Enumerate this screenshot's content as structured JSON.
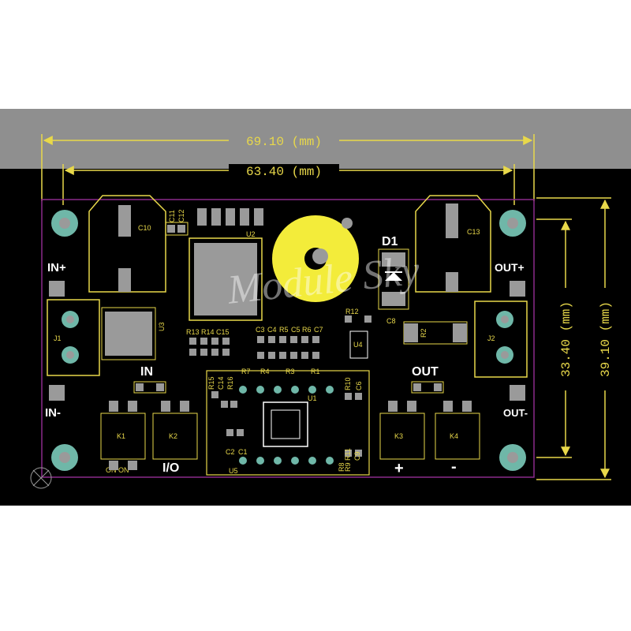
{
  "dimensions": {
    "width_outer": "69.10 (mm)",
    "width_inner": "63.40 (mm)",
    "height_inner": "33.40 (mm)",
    "height_outer": "39.10 (mm)"
  },
  "watermark": "Module Sky",
  "silkscreen": {
    "in_plus": "IN+",
    "in_minus": "IN-",
    "out_plus": "OUT+",
    "out_minus": "OUT-",
    "in_label": "IN",
    "out_label": "OUT",
    "io_label": "I/O",
    "plus_sign": "+",
    "minus_sign": "-",
    "d1": "D1",
    "small_code": "ON ON"
  },
  "refs": {
    "c10": "C10",
    "c11": "C11",
    "c12": "C12",
    "c13": "C13",
    "u1": "U1",
    "u2": "U2",
    "u3": "U3",
    "u4": "U4",
    "u5": "U5",
    "j1": "J1",
    "j2": "J2",
    "r2": "R2",
    "k1": "K1",
    "k2": "K2",
    "k3": "K3",
    "k4": "K4",
    "r13": "R13",
    "r14": "R14",
    "c15": "C15",
    "c3": "C3",
    "c4": "C4",
    "r5": "R5",
    "c5": "C5",
    "r6": "R6",
    "c7": "C7",
    "r12": "R12",
    "c8": "C8",
    "r7": "R7",
    "r4": "R4",
    "r3": "R3",
    "r1": "R1",
    "r15": "R15",
    "c14": "C14",
    "r16": "R16",
    "r10": "R10",
    "c6": "C6",
    "c2": "C2",
    "c1": "C1",
    "r11": "R11",
    "c9": "C9",
    "r8": "R8",
    "r9": "R9"
  },
  "colors": {
    "board": "#000000",
    "dimension": "#e8d84a",
    "outline": "#8a2a8a",
    "pad": "#9a9a9a",
    "via_ring": "#6fb7a8",
    "silk": "#ffffff",
    "inductor": "#f3ec3a",
    "header_band": "#8f8f8f"
  }
}
